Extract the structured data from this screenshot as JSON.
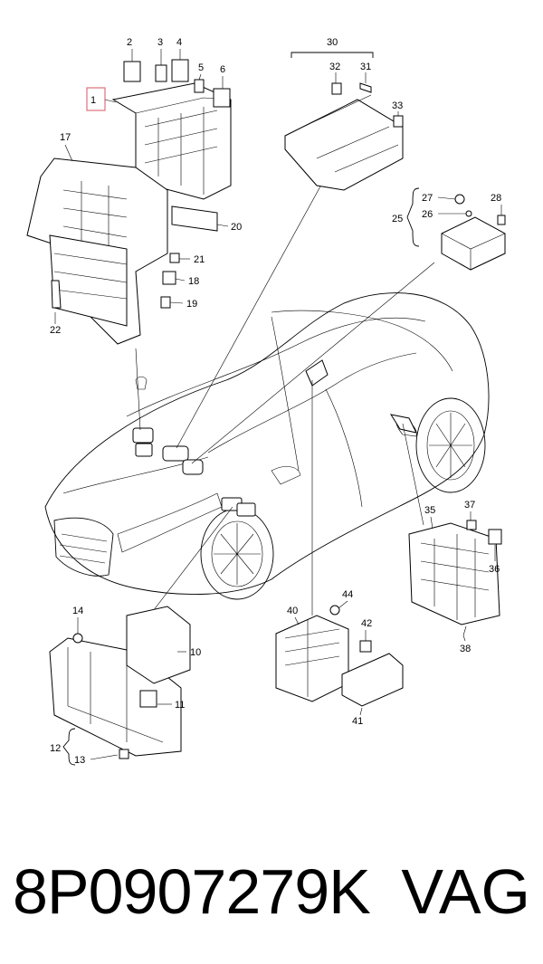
{
  "diagram": {
    "callouts": [
      "1",
      "2",
      "3",
      "4",
      "5",
      "6",
      "10",
      "11",
      "12",
      "13",
      "14",
      "17",
      "18",
      "19",
      "20",
      "21",
      "22",
      "25",
      "26",
      "27",
      "28",
      "30",
      "31",
      "32",
      "33",
      "35",
      "36",
      "37",
      "38",
      "40",
      "41",
      "42",
      "44"
    ],
    "highlighted_callout": "1",
    "highlight_color": "#e0707a"
  },
  "caption": {
    "part_number": "8P0907279K",
    "brand": "VAG"
  }
}
